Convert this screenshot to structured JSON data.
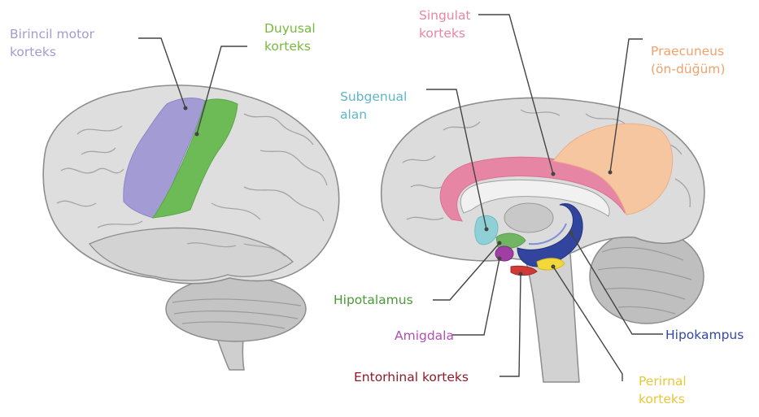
{
  "labels": {
    "primary_motor": {
      "line1": "Birincil motor",
      "line2": "korteks",
      "color": "#a39bd3"
    },
    "sensory": {
      "line1": "Duyusal",
      "line2": "korteks",
      "color": "#77b93e"
    },
    "cingulate": {
      "line1": "Singulat",
      "line2": "korteks",
      "color": "#e786a4"
    },
    "precuneus": {
      "line1": "Praecuneus",
      "line2": "(ön-düğüm)",
      "color": "#f0a26d"
    },
    "subgenual": {
      "line1": "Subgenual",
      "line2": "alan",
      "color": "#5fb6c7"
    },
    "hypothalamus": {
      "text": "Hipotalamus",
      "color": "#4a9a3a"
    },
    "amygdala": {
      "text": "Amigdala",
      "color": "#b24fb3"
    },
    "entorhinal": {
      "text": "Entorhinal korteks",
      "color": "#8e1b27"
    },
    "hippocampus": {
      "text": "Hipokampus",
      "color": "#3447a8"
    },
    "perirhinal": {
      "line1": "Perirnal",
      "line2": "korteks",
      "color": "#e6c83a"
    }
  }
}
